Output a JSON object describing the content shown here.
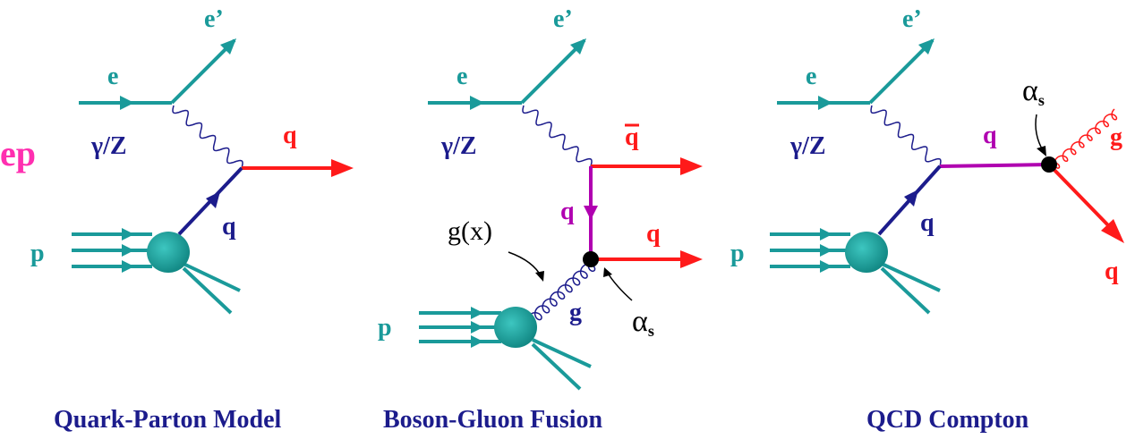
{
  "process_label": "ep",
  "qpm": {
    "electron_in": "e",
    "electron_out": "e’",
    "boson": "γ/Z",
    "quark_out": "q",
    "quark_in": "q",
    "proton": "p",
    "caption": "Quark-Parton Model"
  },
  "bgf": {
    "electron_in": "e",
    "electron_out": "e’",
    "boson": "γ/Z",
    "antiquark": "q",
    "quark_prop": "q",
    "quark_out": "q",
    "gluon_density": "g(x)",
    "gluon": "g",
    "coupling": "α",
    "coupling_sub": "s",
    "proton": "p",
    "caption": "Boson-Gluon Fusion"
  },
  "qcdc": {
    "electron_in": "e",
    "electron_out": "e’",
    "boson": "γ/Z",
    "quark_prop": "q",
    "coupling": "α",
    "coupling_sub": "s",
    "gluon_out": "g",
    "quark_in": "q",
    "quark_out": "q",
    "proton": "p",
    "caption": "QCD Compton"
  },
  "colors": {
    "lepton": "#1a9a9a",
    "boson": "#1c1c8c",
    "quark": "#ff1a1a",
    "propagator": "#b000b0",
    "proton": "#1a9a9a",
    "label_pink": "#ff2fb0"
  }
}
